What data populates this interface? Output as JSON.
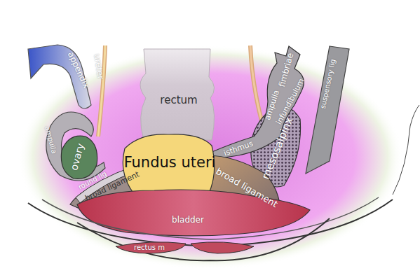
{
  "diagram": {
    "labels": [
      "appendix",
      "ureter",
      "rectum",
      "fimbriae",
      "suspensory lig",
      "ampulla",
      "infundibulum",
      "ampulla",
      "isthmus",
      "mesosalpinx",
      "ovary",
      "Fundus uteri",
      "round lig",
      "broad ligament",
      "broad ligament",
      "bladder",
      "rectus m"
    ]
  }
}
